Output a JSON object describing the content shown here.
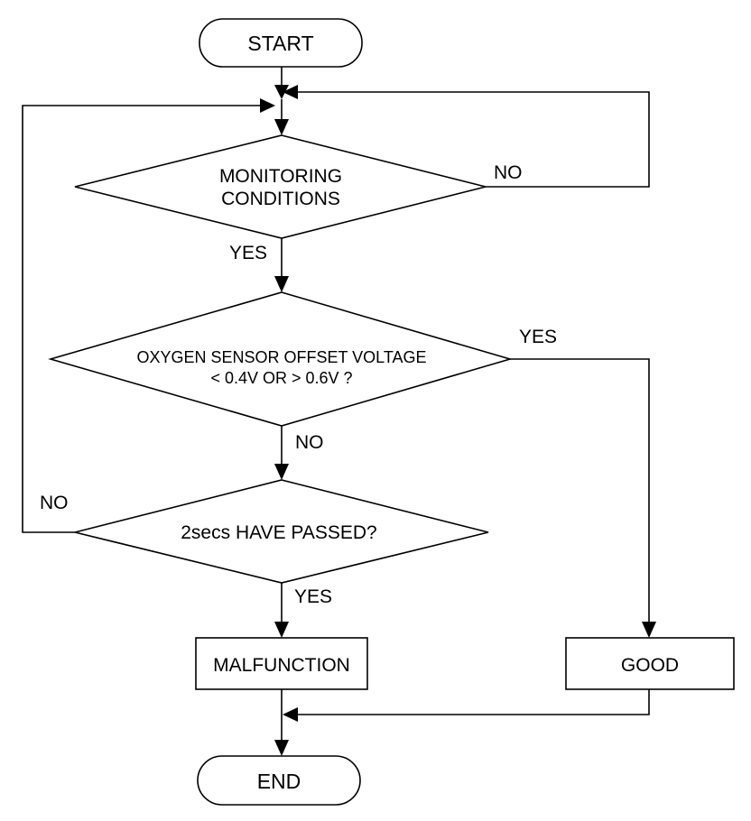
{
  "flowchart": {
    "start": "START",
    "end": "END",
    "decisions": {
      "monitoring": {
        "line1": "MONITORING",
        "line2": "CONDITIONS"
      },
      "offset": {
        "line1": "OXYGEN SENSOR OFFSET VOLTAGE",
        "line2": "< 0.4V OR > 0.6V ?"
      },
      "timer": {
        "label": "2secs HAVE PASSED?"
      }
    },
    "results": {
      "malfunction": "MALFUNCTION",
      "good": "GOOD"
    },
    "edge_labels": {
      "monitoring_no": "NO",
      "monitoring_yes": "YES",
      "offset_yes": "YES",
      "offset_no": "NO",
      "timer_no": "NO",
      "timer_yes": "YES"
    }
  }
}
